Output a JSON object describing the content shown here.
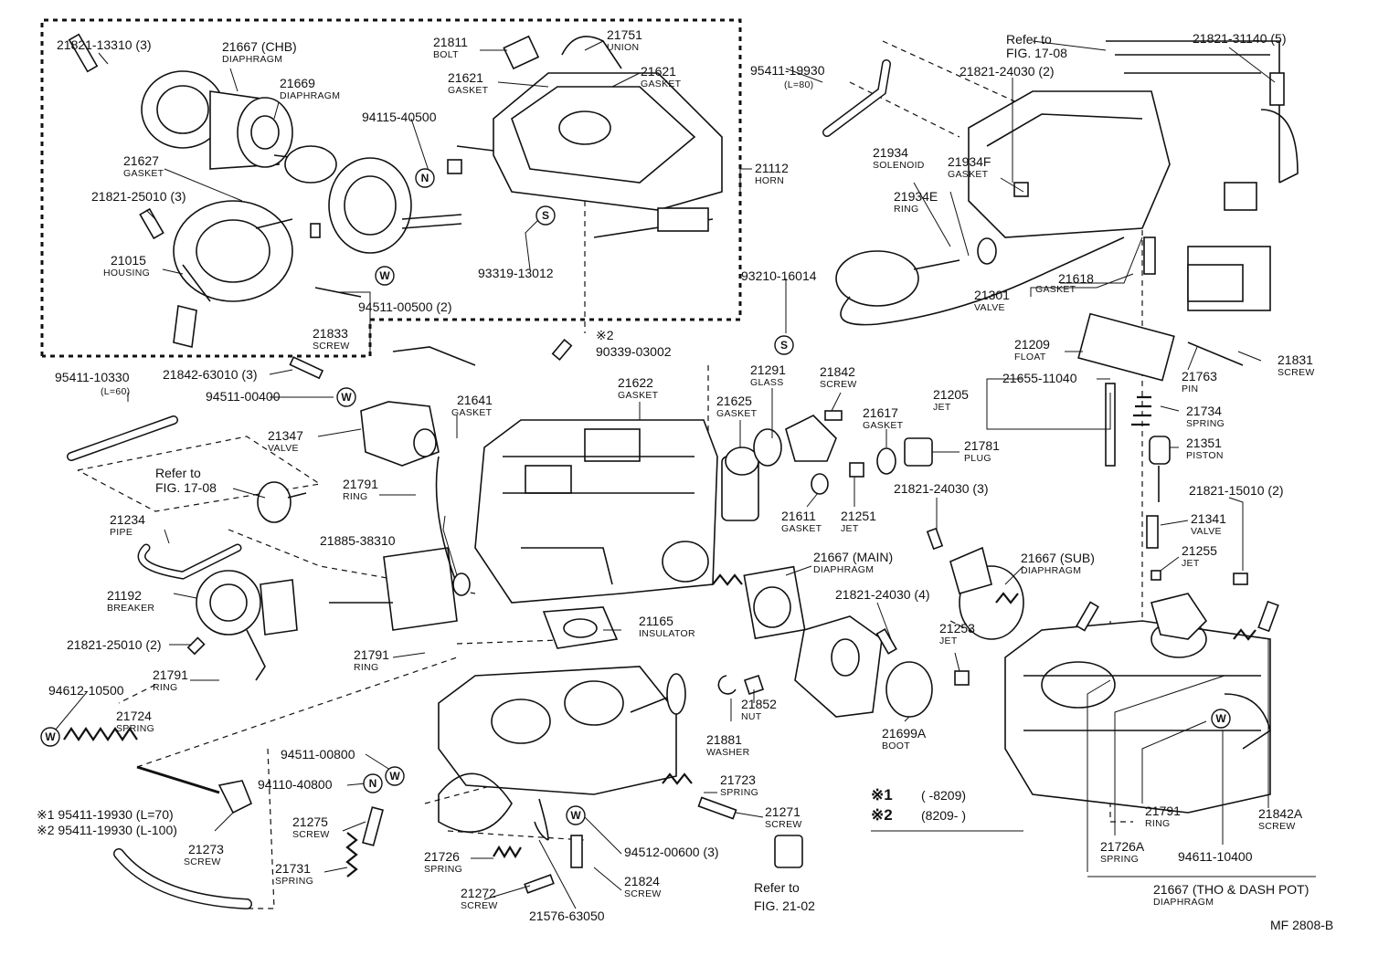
{
  "callouts": [
    {
      "num": "21821-13310 (3)",
      "desc": ""
    },
    {
      "num": "21667 (CHB)",
      "desc": "DIAPHRAGM"
    },
    {
      "num": "21669",
      "desc": "DIAPHRAGM"
    },
    {
      "num": "21811",
      "desc": "BOLT"
    },
    {
      "num": "21751",
      "desc": "UNION"
    },
    {
      "num": "21621",
      "desc": "GASKET"
    },
    {
      "num": "21621",
      "desc": "GASKET"
    },
    {
      "num": "94115-40500",
      "desc": ""
    },
    {
      "num": "21627",
      "desc": "GASKET"
    },
    {
      "num": "21821-25010 (3)",
      "desc": ""
    },
    {
      "num": "21015",
      "desc": "HOUSING"
    },
    {
      "num": "21112",
      "desc": "HORN"
    },
    {
      "num": "93319-13012",
      "desc": ""
    },
    {
      "num": "94511-00500 (2)",
      "desc": ""
    },
    {
      "num": "21833",
      "desc": "SCREW"
    },
    {
      "num": "90339-03002",
      "desc": ""
    },
    {
      "num": "95411-19930",
      "desc": "(L=80)"
    },
    {
      "num": "Refer to",
      "desc": "FIG. 17-08"
    },
    {
      "num": "21821-24030 (2)",
      "desc": ""
    },
    {
      "num": "21821-31140 (5)",
      "desc": ""
    },
    {
      "num": "21934",
      "desc": "SOLENOID"
    },
    {
      "num": "21934F",
      "desc": "GASKET"
    },
    {
      "num": "21934E",
      "desc": "RING"
    },
    {
      "num": "21618",
      "desc": "GASKET"
    },
    {
      "num": "21301",
      "desc": "VALVE"
    },
    {
      "num": "93210-16014",
      "desc": ""
    },
    {
      "num": "21209",
      "desc": "FLOAT"
    },
    {
      "num": "21831",
      "desc": "SCREW"
    },
    {
      "num": "21763",
      "desc": "PIN"
    },
    {
      "num": "21655-11040",
      "desc": ""
    },
    {
      "num": "21205",
      "desc": "JET"
    },
    {
      "num": "21734",
      "desc": "SPRING"
    },
    {
      "num": "21351",
      "desc": "PISTON"
    },
    {
      "num": "95411-10330",
      "desc": "(L=60)"
    },
    {
      "num": "21842-63010 (3)",
      "desc": ""
    },
    {
      "num": "94511-00400",
      "desc": ""
    },
    {
      "num": "21347",
      "desc": "VALVE"
    },
    {
      "num": "21641",
      "desc": "GASKET"
    },
    {
      "num": "21622",
      "desc": "GASKET"
    },
    {
      "num": "21291",
      "desc": "GLASS"
    },
    {
      "num": "21842",
      "desc": "SCREW"
    },
    {
      "num": "21625",
      "desc": "GASKET"
    },
    {
      "num": "21617",
      "desc": "GASKET"
    },
    {
      "num": "21781",
      "desc": "PLUG"
    },
    {
      "num": "Refer to",
      "desc": "FIG. 17-08"
    },
    {
      "num": "21791",
      "desc": "RING"
    },
    {
      "num": "21234",
      "desc": "PIPE"
    },
    {
      "num": "21611",
      "desc": "GASKET"
    },
    {
      "num": "21251",
      "desc": "JET"
    },
    {
      "num": "21821-24030 (3)",
      "desc": ""
    },
    {
      "num": "21821-15010 (2)",
      "desc": ""
    },
    {
      "num": "21341",
      "desc": "VALVE"
    },
    {
      "num": "21255",
      "desc": "JET"
    },
    {
      "num": "21885-38310",
      "desc": ""
    },
    {
      "num": "21192",
      "desc": "BREAKER"
    },
    {
      "num": "21667 (MAIN)",
      "desc": "DIAPHRAGM"
    },
    {
      "num": "21667 (SUB)",
      "desc": "DIAPHRAGM"
    },
    {
      "num": "21165",
      "desc": "INSULATOR"
    },
    {
      "num": "21821-24030 (4)",
      "desc": ""
    },
    {
      "num": "21253",
      "desc": "JET"
    },
    {
      "num": "21821-25010 (2)",
      "desc": ""
    },
    {
      "num": "21791",
      "desc": "RING"
    },
    {
      "num": "21791",
      "desc": "RING"
    },
    {
      "num": "21852",
      "desc": "NUT"
    },
    {
      "num": "21881",
      "desc": "WASHER"
    },
    {
      "num": "21699A",
      "desc": "BOOT"
    },
    {
      "num": "94612-10500",
      "desc": ""
    },
    {
      "num": "21724",
      "desc": "SPRING"
    },
    {
      "num": "94511-00800",
      "desc": ""
    },
    {
      "num": "94110-40800",
      "desc": ""
    },
    {
      "num": "21723",
      "desc": "SPRING"
    },
    {
      "num": "21271",
      "desc": "SCREW"
    },
    {
      "num": "21275",
      "desc": "SCREW"
    },
    {
      "num": "21273",
      "desc": "SCREW"
    },
    {
      "num": "21731",
      "desc": "SPRING"
    },
    {
      "num": "21726",
      "desc": "SPRING"
    },
    {
      "num": "21272",
      "desc": "SCREW"
    },
    {
      "num": "21576-63050",
      "desc": ""
    },
    {
      "num": "94512-00600 (3)",
      "desc": ""
    },
    {
      "num": "21824",
      "desc": "SCREW"
    },
    {
      "num": "Refer to",
      "desc": "FIG. 21-02"
    },
    {
      "num": "21791",
      "desc": "RING"
    },
    {
      "num": "21726A",
      "desc": "SPRING"
    },
    {
      "num": "94611-10400",
      "desc": ""
    },
    {
      "num": "21842A",
      "desc": "SCREW"
    },
    {
      "num": "21667 (THO & DASH POT)",
      "desc": "DIAPHRAGM"
    }
  ],
  "symbols": {
    "n": "N",
    "w": "W",
    "s": "S",
    "note2": "※2"
  },
  "hose_notes": {
    "h1": "※1 95411-19930 (L=70)",
    "h2": "※2 95411-19930 (L-100)"
  },
  "legend": {
    "l1_mark": "※1",
    "l1_text": "(        -8209)",
    "l2_mark": "※2",
    "l2_text": "(8209-        )"
  },
  "footer": {
    "code": "MF 2808-B"
  }
}
